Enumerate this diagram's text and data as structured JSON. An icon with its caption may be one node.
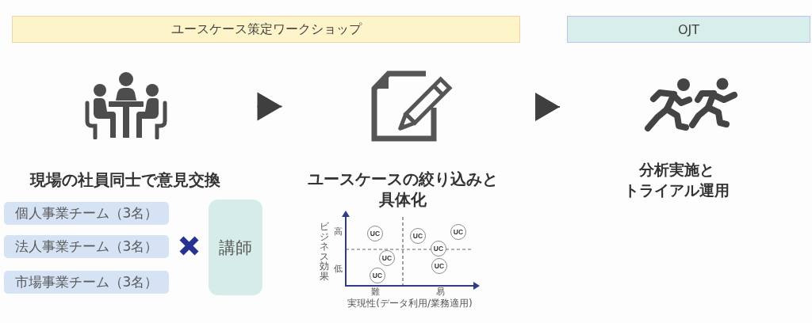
{
  "diagram": {
    "nodes": [
      {
        "text": [
          "ユースケース策定ワークショップ"
        ]
      },
      {
        "text": [
          "OJT"
        ]
      },
      {
        "text": [],
        "shape": "picture"
      },
      {
        "text": [],
        "shape": "picture"
      },
      {
        "text": [],
        "shape": "picture"
      },
      {
        "text": [
          "個人事業チーム（3名）"
        ]
      },
      {
        "text": [
          "法人事業チーム（3名）"
        ]
      },
      {
        "text": [
          "市場事業チーム（3名）"
        ]
      },
      {
        "text": [
          "講師"
        ]
      },
      {
        "text": [
          "UC"
        ]
      },
      {
        "text": [
          "UC"
        ]
      },
      {
        "text": [
          "UC"
        ]
      },
      {
        "text": [
          "UC"
        ]
      },
      {
        "text": [
          "UC"
        ]
      },
      {
        "text": [
          "UC"
        ]
      },
      {
        "text": [
          "UC"
        ]
      }
    ],
    "edges": [
      {
        "from": 2,
        "to": 3,
        "arrow": "to"
      },
      {
        "from": 3,
        "to": 4,
        "arrow": "to"
      }
    ],
    "labels": [
      "現場の社員同士で意見交換",
      "ユースケースの絞り込みと具体化",
      "分析実施とトライアル運用",
      "ビジネス効果",
      "高",
      "低",
      "難",
      "易",
      "実現性(データ利用/業務適用)"
    ]
  }
}
